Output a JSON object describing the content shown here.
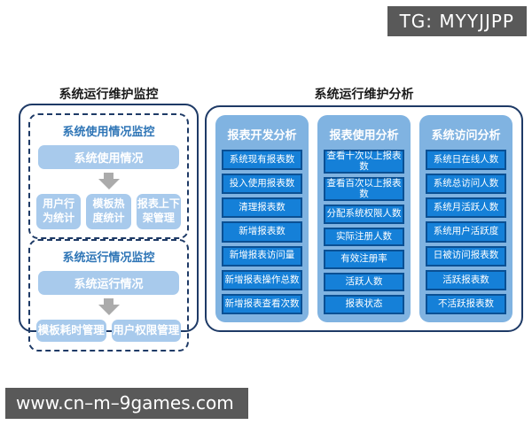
{
  "badges": {
    "tg": "TG: MYYJJPP",
    "url": "www.cn–m–9games.com"
  },
  "monitor": {
    "title": "系统运行维护监控",
    "groups": [
      {
        "title": "系统使用情况监控",
        "main": "系统使用情况",
        "children": [
          "用户行\n为统计",
          "模板热\n度统计",
          "报表上下\n架管理"
        ]
      },
      {
        "title": "系统运行情况监控",
        "main": "系统运行情况",
        "children": [
          "模板耗时管理",
          "用户权限管理"
        ]
      }
    ]
  },
  "analysis": {
    "title": "系统运行维护分析",
    "columns": [
      {
        "header": "报表开发分析",
        "items": [
          "系统现有报表数",
          "投入使用报表数",
          "清理报表数",
          "新增报表数",
          "新增报表访问量",
          "新增报表操作总数",
          "新增报表查看次数"
        ]
      },
      {
        "header": "报表使用分析",
        "items": [
          "查看十次以上报表数",
          "查看百次以上报表数",
          "分配系统权限人数",
          "实际注册人数",
          "有效注册率",
          "活跃人数",
          "报表状态"
        ]
      },
      {
        "header": "系统访问分析",
        "items": [
          "系统日在线人数",
          "系统总访问人数",
          "系统月活跃人数",
          "系统用户活跃度",
          "日被访问报表数",
          "活跃报表数",
          "不活跃报表数"
        ]
      }
    ]
  },
  "colors": {
    "panel_border": "#1e3a66",
    "blue_title": "#2e75b6",
    "light_pill": "#a8caec",
    "column_bg": "#80b3e1",
    "item_fill": "#1580d8",
    "item_border": "#0a5094",
    "arrow_gray": "#ababab",
    "badge_bg": "#595959"
  }
}
